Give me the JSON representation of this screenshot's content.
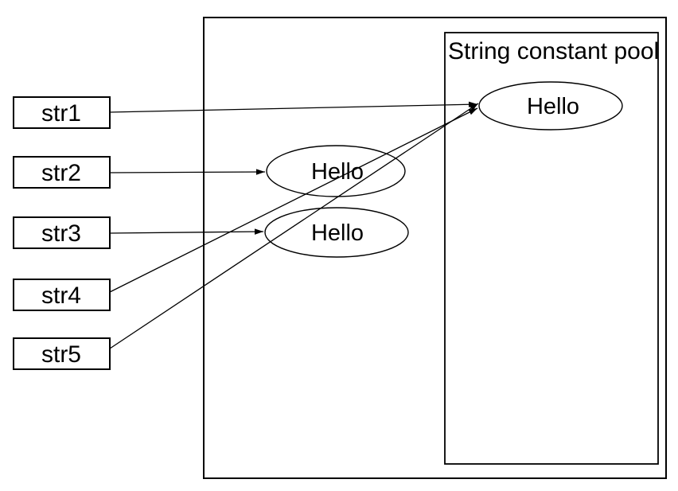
{
  "diagram": {
    "pool_title": "String constant pool",
    "variables": [
      {
        "label": "str1"
      },
      {
        "label": "str2"
      },
      {
        "label": "str3"
      },
      {
        "label": "str4"
      },
      {
        "label": "str5"
      }
    ],
    "objects": [
      {
        "id": "pool-hello",
        "label": "Hello",
        "area": "string-constant-pool"
      },
      {
        "id": "heap-hello-1",
        "label": "Hello",
        "area": "heap"
      },
      {
        "id": "heap-hello-2",
        "label": "Hello",
        "area": "heap"
      }
    ],
    "references": [
      {
        "from": "str1",
        "to": "pool-hello"
      },
      {
        "from": "str2",
        "to": "heap-hello-1"
      },
      {
        "from": "str3",
        "to": "heap-hello-2"
      },
      {
        "from": "str4",
        "to": "pool-hello"
      },
      {
        "from": "str5",
        "to": "pool-hello"
      }
    ],
    "colors": {
      "stroke": "#000000",
      "text": "#000000",
      "background": "#ffffff"
    }
  }
}
